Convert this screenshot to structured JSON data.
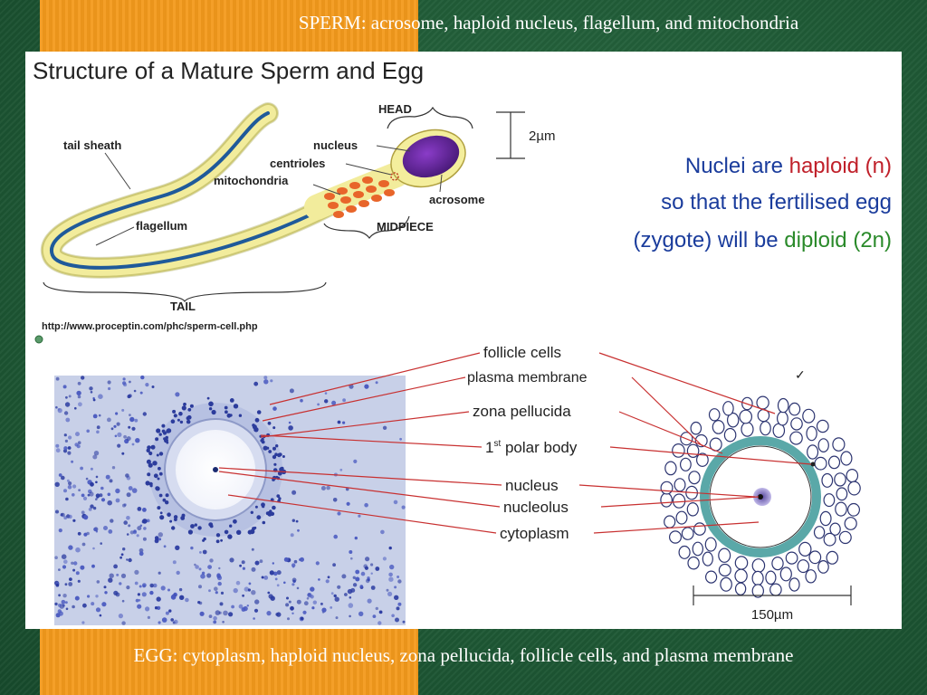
{
  "slide": {
    "sperm_caption": "SPERM:  acrosome, haploid nucleus, flagellum, and mitochondria",
    "egg_caption": "EGG:  cytoplasm, haploid nucleus, zona pellucida, follicle cells, and plasma membrane"
  },
  "figure": {
    "title": "Structure of a Mature Sperm and Egg",
    "source_url": "http://www.proceptin.com/phc/sperm-cell.php",
    "sperm_labels": {
      "head": "HEAD",
      "scale": "2µm",
      "nucleus": "nucleus",
      "centrioles": "centrioles",
      "mitochondria": "mitochondria",
      "acrosome": "acrosome",
      "midpiece": "MIDPIECE",
      "tail_sheath": "tail sheath",
      "flagellum": "flagellum",
      "tail": "TAIL"
    },
    "note": {
      "line1_a": "Nuclei are ",
      "line1_b": "haploid (n)",
      "line2": "so that the fertilised egg",
      "line3_a": "(zygote) will be ",
      "line3_b": "diploid (2n)"
    },
    "egg_labels": {
      "follicle_cells": "follicle cells",
      "plasma_membrane": "plasma membrane",
      "zona_pellucida": "zona pellucida",
      "polar_body_num": "1",
      "polar_body_sup": "st",
      "polar_body_rest": " polar body",
      "nucleus": "nucleus",
      "nucleolus": "nucleolus",
      "cytoplasm": "cytoplasm",
      "scale": "150µm"
    }
  },
  "colors": {
    "slide_green": "#1f5a36",
    "slide_orange": "#f39a1c",
    "note_blue": "#1a3c9c",
    "haploid_red": "#c0202a",
    "diploid_green": "#2a8a2a",
    "leader_red": "#c83030"
  }
}
